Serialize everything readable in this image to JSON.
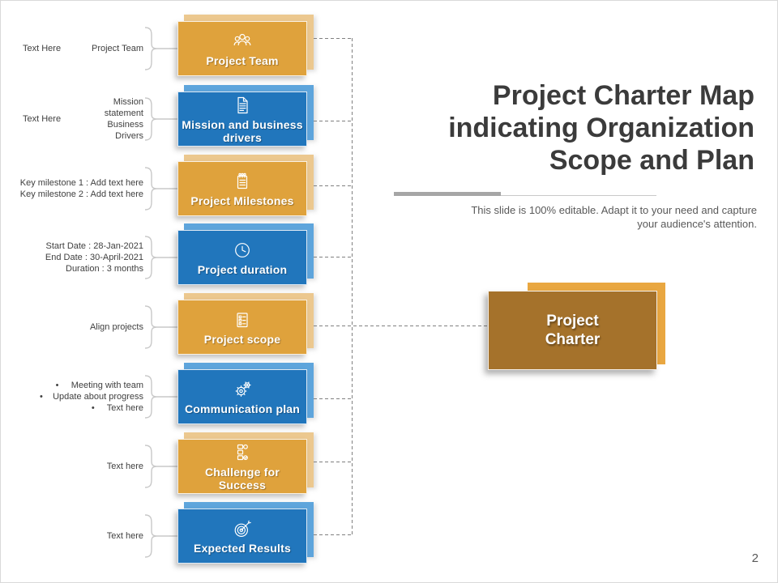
{
  "header": {
    "title_lines": [
      "Project Charter Map",
      "indicating Organization",
      "Scope and Plan"
    ],
    "subtitle": "This slide is 100% editable. Adapt it to your need and capture your audience's attention."
  },
  "charter": {
    "label_lines": [
      "Project",
      "Charter"
    ]
  },
  "page_number": "2",
  "colors": {
    "orange_main": "#DFA23C",
    "orange_back": "#ECC88F",
    "blue_main": "#2176BC",
    "blue_back": "#5EA5DC",
    "charter_main": "#A5722B",
    "charter_back": "#E9A741",
    "title_text": "#3B3B3B",
    "connector_gray": "#808080"
  },
  "rows": [
    {
      "label": "Project Team",
      "scheme": "orange",
      "icon": "team-icon",
      "note_side": "Text Here",
      "note_lines": [
        "Project Team"
      ]
    },
    {
      "label": "Mission and business drivers",
      "scheme": "blue",
      "icon": "document-icon",
      "note_side": "Text Here",
      "note_lines": [
        "Mission",
        "statement",
        "Business",
        "Drivers"
      ]
    },
    {
      "label": "Project Milestones",
      "scheme": "orange",
      "icon": "milestones-notepad-icon",
      "note_lines": [
        "Key milestone 1 : Add text here",
        "Key milestone 2 : Add text here"
      ]
    },
    {
      "label": "Project duration",
      "scheme": "blue",
      "icon": "clock-icon",
      "note_lines": [
        "Start Date : 28-Jan-2021",
        "End Date : 30-April-2021",
        "Duration : 3 months"
      ]
    },
    {
      "label": "Project scope",
      "scheme": "orange",
      "icon": "checklist-icon",
      "note_lines": [
        "Align projects"
      ]
    },
    {
      "label": "Communication plan",
      "scheme": "blue",
      "icon": "gears-icon",
      "note_lines": [
        "•     Meeting with team",
        "•    Update about progress",
        "•     Text here"
      ]
    },
    {
      "label": "Challenge for Success",
      "scheme": "orange",
      "icon": "stacked-blocks-icon",
      "note_lines": [
        "Text here"
      ]
    },
    {
      "label": "Expected Results",
      "scheme": "blue",
      "icon": "target-arrow-icon",
      "note_lines": [
        "Text here"
      ]
    }
  ]
}
